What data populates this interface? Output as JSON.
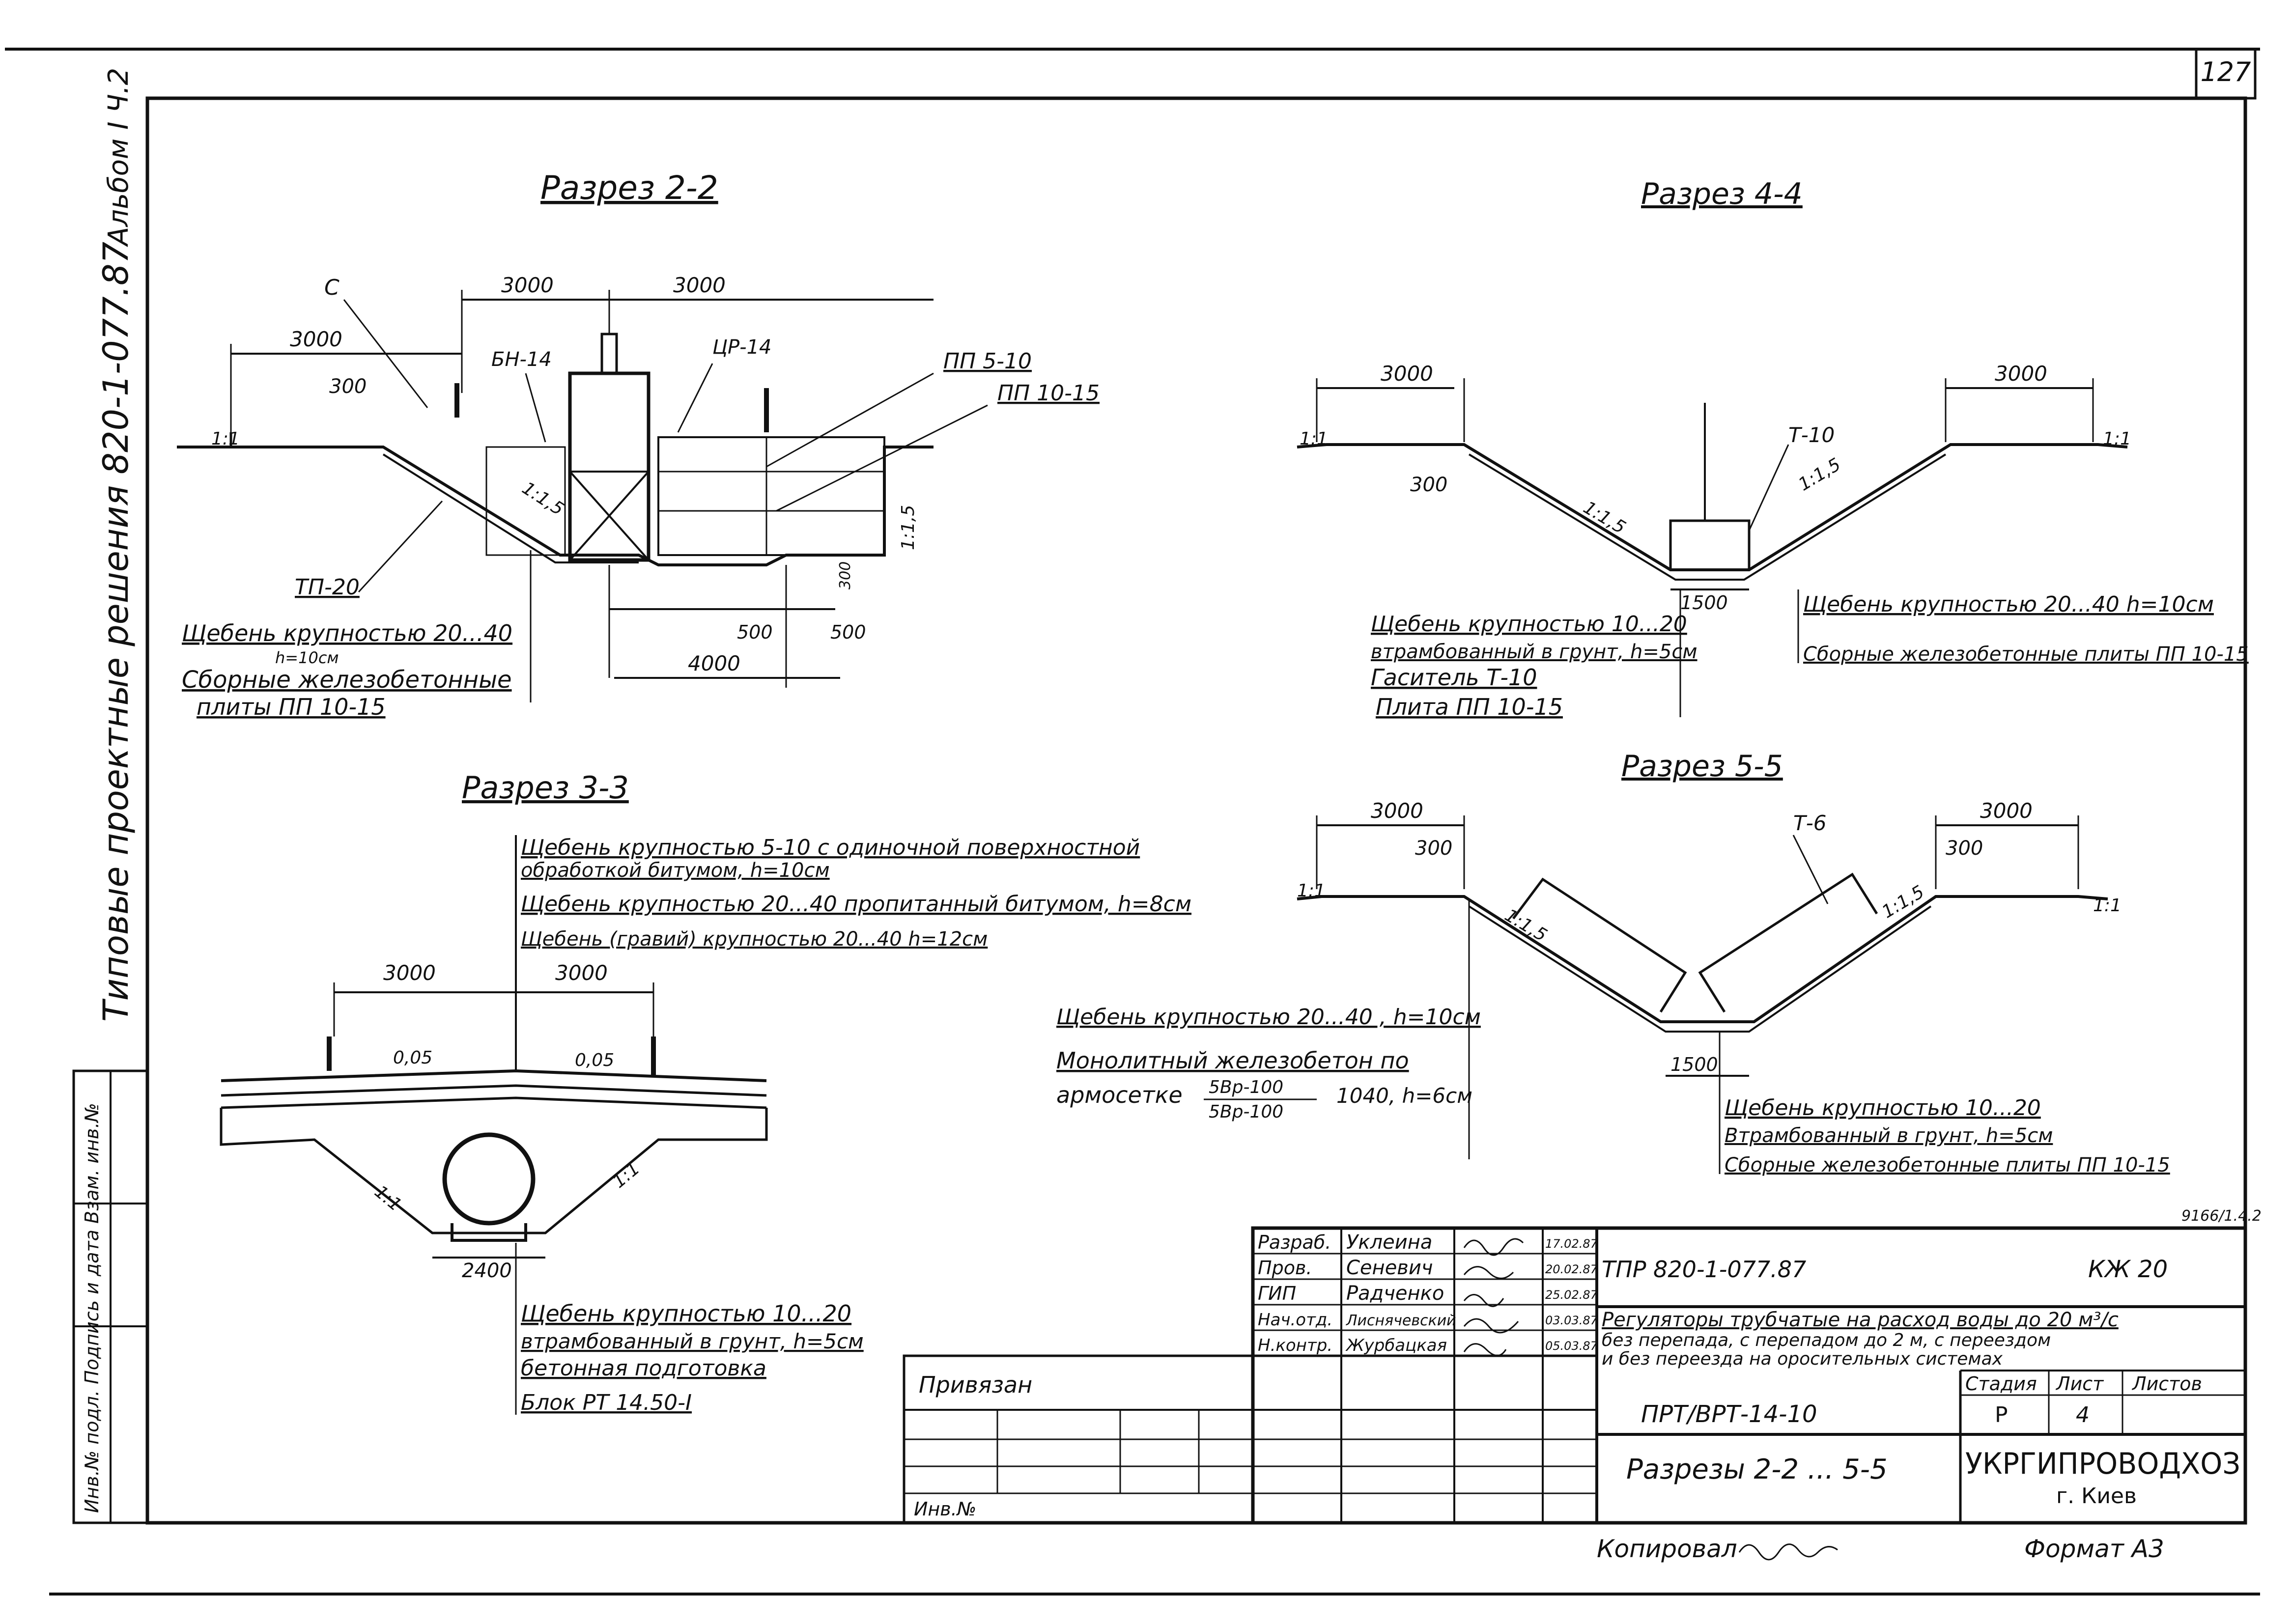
{
  "sheet": {
    "page_number": "127",
    "album_note": "Альбом I Ч.2",
    "series_note": "Типовые проектные решения 820-1-077.87",
    "side_stamp": "Инв.№ подл. Подпись и дата Взам. инв.№",
    "print_note": "9166/1.4.2",
    "copied_label": "Копировал",
    "format_label": "Формат А3"
  },
  "section_2_2": {
    "title": "Разрез 2-2",
    "marks": [
      "С",
      "БН-14",
      "ЦР-14",
      "ПП 5-10",
      "ПП 10-15",
      "ТП-20"
    ],
    "dims": [
      "3000",
      "3000",
      "3000",
      "300",
      "4000",
      "500",
      "500",
      "300"
    ],
    "slopes": [
      "1:1",
      "1:1,5",
      "1:1,5"
    ],
    "notes": [
      "Щебень крупностью 20...40",
      "h=10см",
      "Сборные железобетонные",
      "плиты ПП 10-15"
    ]
  },
  "section_4_4": {
    "title": "Разрез 4-4",
    "marks": [
      "Т-10"
    ],
    "dims": [
      "3000",
      "3000",
      "300",
      "1500"
    ],
    "slopes": [
      "1:1",
      "1:1,5",
      "1:1,5",
      "1:1"
    ],
    "notes_left": [
      "Щебень крупностью 10...20",
      "втрамбованный в грунт, h=5см",
      "Гаситель Т-10",
      "Плита ПП 10-15"
    ],
    "notes_right": [
      "Щебень крупностью 20...40    h=10см",
      "Сборные железобетонные плиты ПП 10-15"
    ]
  },
  "section_3_3": {
    "title": "Разрез 3-3",
    "dims": [
      "3000",
      "3000",
      "2400"
    ],
    "slopes": [
      "0,05",
      "0,05",
      "1:1",
      "1:1"
    ],
    "notes_top": [
      "Щебень крупностью 5-10    с одиночной поверхностной",
      "обработкой битумом, h=10см",
      "Щебень крупностью 20...40    пропитанный битумом, h=8см",
      "Щебень (гравий) крупностью 20...40        h=12см"
    ],
    "notes_bottom": [
      "Щебень крупностью 10...20",
      "втрамбованный в грунт, h=5см",
      "бетонная подготовка",
      "Блок РТ 14.50-I"
    ]
  },
  "section_5_5": {
    "title": "Разрез 5-5",
    "marks": [
      "Т-6"
    ],
    "dims": [
      "3000",
      "3000",
      "300",
      "300",
      "1500"
    ],
    "slopes": [
      "1:1",
      "1:1,5",
      "1:1,5",
      "1:1"
    ],
    "notes_left": [
      "Щебень крупностью 20...40    , h=10см",
      "Монолитный железобетон  по",
      "армосетке",
      "5Вр-100",
      "5Вр-100",
      "1040, h=6см"
    ],
    "notes_right": [
      "Щебень крупностью 10...20",
      "Втрамбованный в грунт, h=5см",
      "Сборные железобетонные плиты ПП 10-15"
    ]
  },
  "title_block": {
    "roles": [
      "Разраб.",
      "Пров.",
      "ГИП",
      "Нач.отд.",
      "Н.контр."
    ],
    "names": [
      "Уклеина",
      "Сеневич",
      "Радченко",
      "Лиснячевский",
      "Журбацкая"
    ],
    "dates": [
      "17.02.87",
      "20.02.87",
      "25.02.87",
      "03.03.87",
      "05.03.87"
    ],
    "doc_code": "ТПР 820-1-077.87",
    "mark": "КЖ 20",
    "description": [
      "Регуляторы трубчатые на расход воды до 20 м³/с",
      "без перепада, с перепадом до 2 м, с переездом",
      "и без переезда на оросительных системах"
    ],
    "stage_header": "Стадия",
    "sheet_header": "Лист",
    "sheets_header": "Листов",
    "stage": "Р",
    "sheet_no": "4",
    "variant": "ПРТ/ВРТ-14-10",
    "drawing_title": "Разрезы 2-2 ... 5-5",
    "org": "УКРГИПРОВОДХОЗ",
    "city": "г. Киев",
    "bound_label": "Привязан",
    "inv_label": "Инв.№"
  }
}
